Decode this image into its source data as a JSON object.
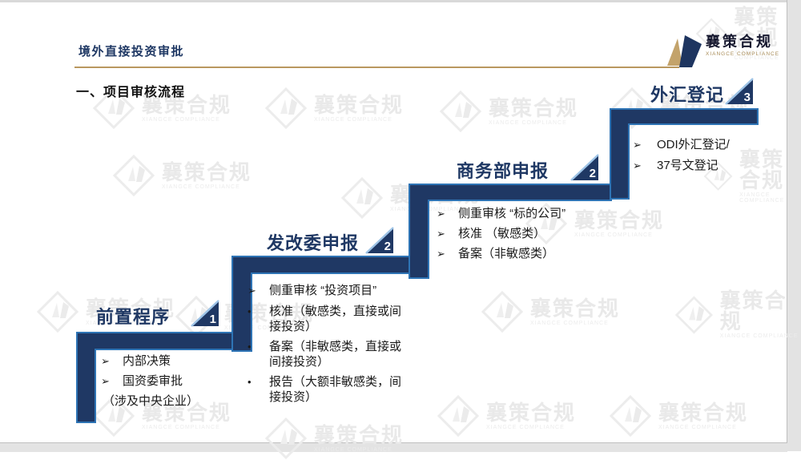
{
  "page": {
    "header_title": "境外直接投资审批",
    "section_title": "一、项目审核流程"
  },
  "logo": {
    "name": "襄策合规",
    "subtitle": "XIANGCE COMPLIANCE"
  },
  "watermark": {
    "text": "襄策合规",
    "subtext": "XIANGCE COMPLIANCE"
  },
  "steps": [
    {
      "number": "1",
      "title": "前置程序",
      "items": [
        {
          "bullet": "➢",
          "text": "内部决策"
        },
        {
          "bullet": "➢",
          "text": "国资委审批"
        },
        {
          "bullet": "",
          "text": "（涉及中央企业）"
        }
      ]
    },
    {
      "number": "2",
      "title": "发改委申报",
      "items": [
        {
          "bullet": "➢",
          "text": "侧重审核 “投资项目”"
        },
        {
          "bullet": "•",
          "text": "核准（敏感类，直接或间接投资）"
        },
        {
          "bullet": "•",
          "text": "备案（非敏感类，直接或间接投资）"
        },
        {
          "bullet": "•",
          "text": "报告（大额非敏感类，间接投资）"
        }
      ]
    },
    {
      "number": "2",
      "title": "商务部申报",
      "items": [
        {
          "bullet": "➢",
          "text": "侧重审核 “标的公司”"
        },
        {
          "bullet": "➢",
          "text": "核准 （敏感类）"
        },
        {
          "bullet": "➢",
          "text": "备案（非敏感类）"
        }
      ]
    },
    {
      "number": "3",
      "title": "外汇登记",
      "items": [
        {
          "bullet": "➢",
          "text": "ODI外汇登记/"
        },
        {
          "bullet": "➢",
          "text": "37号文登记"
        }
      ]
    }
  ],
  "colors": {
    "navy": "#1F3864",
    "steel_border": "#2E74B5",
    "gold": "#B9985F",
    "hypotenuse_light": "#9DC3E6"
  }
}
